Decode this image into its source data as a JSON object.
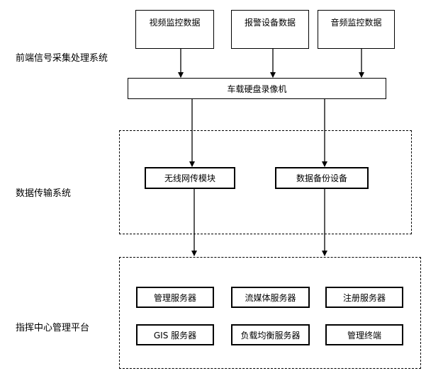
{
  "sections": {
    "frontend": "前端信号采集处理系统",
    "transmission": "数据传输系统",
    "command": "指挥中心管理平台"
  },
  "sources": {
    "video": "视频监控数据",
    "alarm": "报警设备数据",
    "audio": "音频监控数据"
  },
  "recorder": "车载硬盘录像机",
  "transmission_modules": {
    "wireless": "无线网传模块",
    "backup": "数据备份设备"
  },
  "servers": {
    "management": "管理服务器",
    "streaming": "流媒体服务器",
    "registration": "注册服务器",
    "gis": "GIS 服务器",
    "load_balancing": "负载均衡服务器",
    "terminal": "管理终端"
  }
}
